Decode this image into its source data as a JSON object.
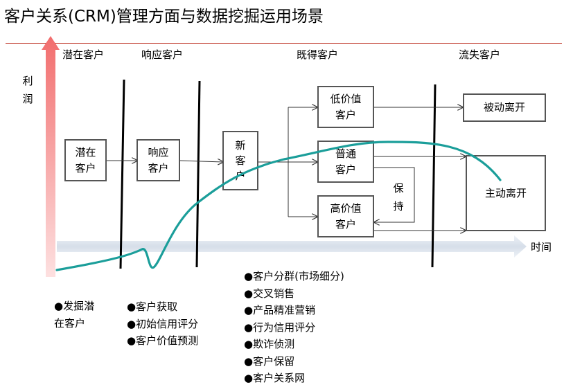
{
  "title": "客户关系(CRM)管理方面与数据挖掘运用场景",
  "y_axis_label": "利润",
  "x_axis_label": "时间",
  "phases": [
    "潜在客户",
    "响应客户",
    "既得客户",
    "流失客户"
  ],
  "boxes": {
    "potential": "潜在客户",
    "response": "响应客户",
    "new": "新客户",
    "low_value": "低价值客户",
    "normal": "普通客户",
    "high_value": "高价值客户",
    "passive_leave": "被动离开",
    "active_leave": "主动离开"
  },
  "retain_label": "保持",
  "lists": {
    "potential": [
      "●发掘潜",
      "在客户"
    ],
    "response": [
      "●客户获取",
      "●初始信用评分",
      "●客户价值预测"
    ],
    "acquired": [
      "●客户分群(市场细分)",
      "●交叉销售",
      "●产品精准营销",
      "●行为信用评分",
      "●欺诈侦测",
      "●客户保留",
      "●客户关系网"
    ]
  },
  "colors": {
    "curve": "#1b9e9a",
    "profit_arrow": "#f26d6d",
    "time_arrow": "#dfe6ef",
    "title_rule": "#c0392b"
  }
}
